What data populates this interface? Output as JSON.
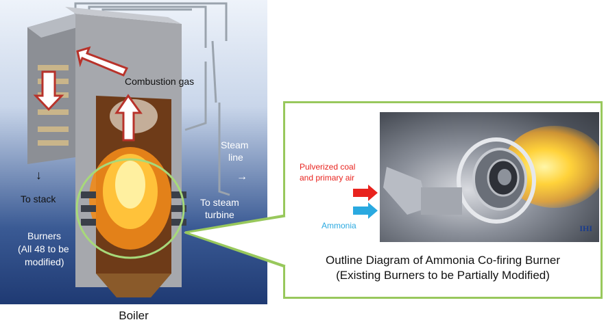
{
  "boiler": {
    "combustion_gas": "Combustion gas",
    "steam_line_1": "Steam",
    "steam_line_2": "line",
    "to_stack": "To stack",
    "to_steam_turbine_1": "To steam",
    "to_steam_turbine_2": "turbine",
    "burners_1": "Burners",
    "burners_2": "(All 48 to be",
    "burners_3": "modified)",
    "caption": "Boiler"
  },
  "burner": {
    "coal_1": "Pulverized coal",
    "coal_2": "and primary air",
    "ammonia": "Ammonia",
    "brand": "IHI",
    "title_1": "Outline Diagram of Ammonia Co-firing Burner",
    "title_2": "(Existing Burners to be Partially Modified)"
  },
  "colors": {
    "callout_border": "#98c85c",
    "coal_arrow": "#e8231e",
    "ammonia_arrow": "#2aa9e0",
    "flow_arrow": "#b8322a"
  }
}
